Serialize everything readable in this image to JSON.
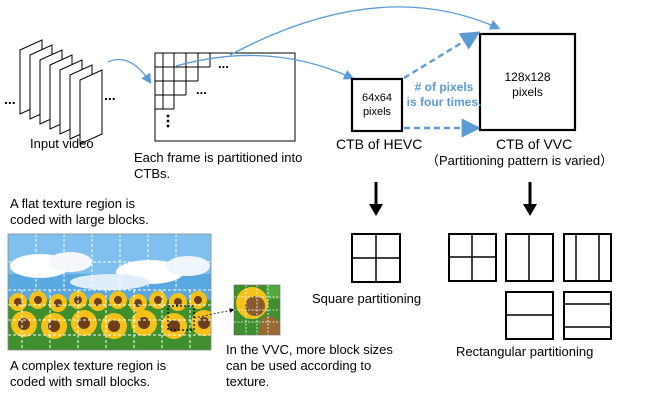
{
  "labels": {
    "input_video": "Input video",
    "frame_partition_line1": "Each frame is partitioned into",
    "frame_partition_line2": "CTBs.",
    "hevc_size_line1": "64x64",
    "hevc_size_line2": "pixels",
    "vvc_size_line1": "128x128",
    "vvc_size_line2": "pixels",
    "pixels_note_line1": "# of pixels",
    "pixels_note_line2": "is four times.",
    "ctb_hevc": "CTB of HEVC",
    "ctb_vvc": "CTB of VVC",
    "vvc_pattern_note": "（Partitioning pattern is varied）",
    "flat_line1": "A flat texture region is",
    "flat_line2": "coded with large blocks.",
    "complex_line1": "A complex texture region is",
    "complex_line2": "coded with small blocks.",
    "vvc_sizes_line1": "In the VVC, more block sizes",
    "vvc_sizes_line2": "can be used according to",
    "vvc_sizes_line3": "texture.",
    "square_partitioning": "Square partitioning",
    "rect_partitioning": "Rectangular partitioning"
  },
  "colors": {
    "arrow_blue": "#5b9bd5",
    "outline": "#000000",
    "sky": "#6fb6e8",
    "cloud": "#ffffff",
    "grass": "#3f8f2f",
    "petal": "#f6c21a",
    "seed": "#6b3f1c"
  }
}
